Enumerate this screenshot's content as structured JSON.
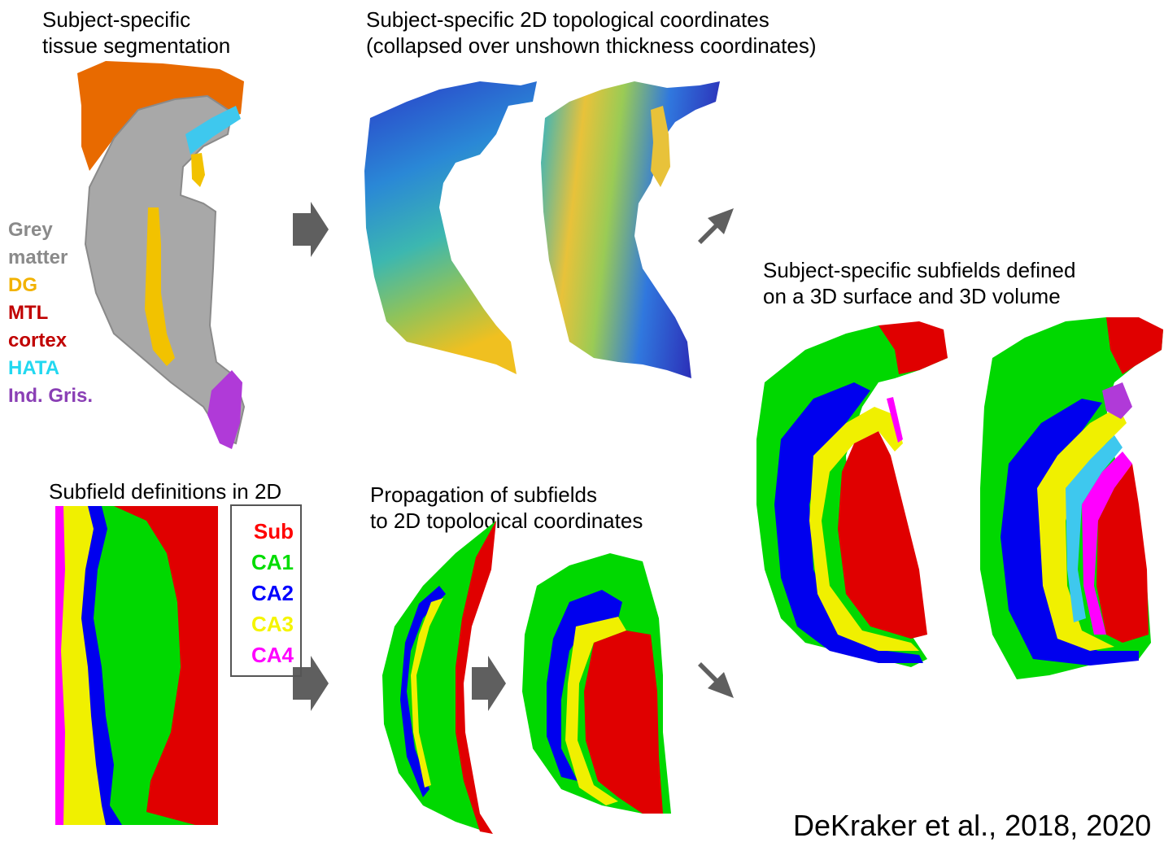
{
  "captions": {
    "tissue": "Subject-specific\ntissue segmentation",
    "coords": "Subject-specific 2D topological coordinates\n(collapsed over unshown thickness coordinates)",
    "subfields3d": "Subject-specific subfields defined\non a 3D surface and 3D volume",
    "defs2d": "Subfield definitions in 2D",
    "propagation": "Propagation of subfields\nto 2D topological coordinates"
  },
  "tissue_legend": [
    {
      "label": "Grey",
      "color": "#8a8a8a"
    },
    {
      "label": "matter",
      "color": "#8a8a8a"
    },
    {
      "label": "DG",
      "color": "#f2b200"
    },
    {
      "label": "MTL",
      "color": "#c00000"
    },
    {
      "label": "cortex",
      "color": "#c00000"
    },
    {
      "label": "HATA",
      "color": "#22d8f0"
    },
    {
      "label": "Ind. Gris.",
      "color": "#8a3fb5"
    }
  ],
  "subfield_legend": [
    {
      "label": "Sub",
      "color": "#ff0000"
    },
    {
      "label": "CA1",
      "color": "#00dd00"
    },
    {
      "label": "CA2",
      "color": "#0000ff"
    },
    {
      "label": "CA3",
      "color": "#ffff00"
    },
    {
      "label": "CA4",
      "color": "#ff00ff"
    }
  ],
  "citation": "DeKraker et al., 2018, 2020",
  "colors": {
    "arrow": "#5f5f5f",
    "grey_matter": "#a8a8a8",
    "orange_cortex": "#e86a00",
    "dg": "#f2c200",
    "hata": "#3ec8ee",
    "ind_gris": "#b03ad8",
    "sub": "#e00000",
    "ca1": "#00d800",
    "ca2": "#0000ee",
    "ca3": "#f0f000",
    "ca4": "#ff00ff"
  }
}
